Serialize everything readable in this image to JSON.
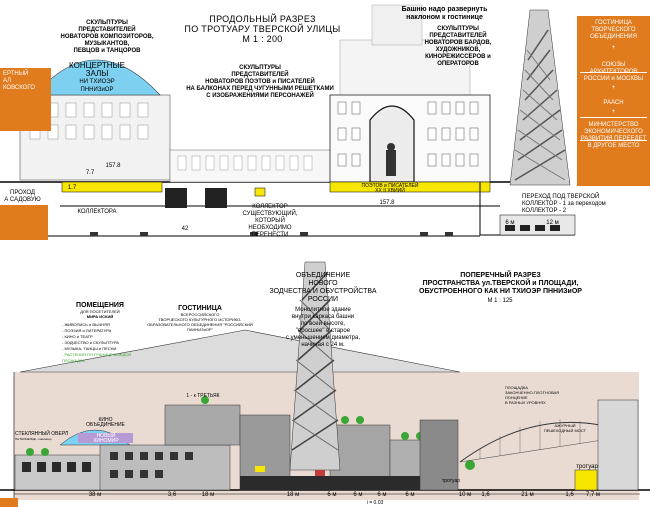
{
  "top": {
    "title_lines": [
      "ПРОДОЛЬНЫЙ РАЗРЕЗ",
      "ПО ТРОТУАРУ ТВЕРСКОЙ УЛИЦЫ",
      "М 1 : 200"
    ],
    "sculptures_composers": [
      "СКУЛЬПТУРЫ",
      "ПРЕДСТАВИТЕЛЕЙ",
      "НОВАТОРОВ КОМПОЗИТОРОВ, МУЗЫКАНТОВ,",
      "ПЕВЦОВ и ТАНЦОРОВ"
    ],
    "concert_halls": [
      "КОНЦЕРТНЫЕ",
      "ЗАЛЫ",
      "НИ ТХИОЭР",
      "ПННИЗиОР"
    ],
    "left_orange": [
      "ЕРТНЫЙ",
      "АЛ",
      "КОВСКОГО"
    ],
    "passage_sadovaya": [
      "ПРОХОД",
      "А САДОВУЮ"
    ],
    "collector_left": "КОЛЛЕКТОРА",
    "sculptures_poets": [
      "СКУЛЬПТУРЫ",
      "ПРЕДСТАВИТЕЛЕЙ",
      "НОВАТОРОВ ПОЭТОВ и ПИСАТЕЛЕЙ",
      "НА БАЛКОНАХ ПЕРЕД ЧУГУННЫМИ РЕШЕТКАМИ",
      "С ИЗОБРАЖЕНИЯМИ ПЕРСОНАЖЕЙ"
    ],
    "tower_note": [
      "Башню надо развернуть",
      "наклоном к гостинице"
    ],
    "sculptures_bards": [
      "СКУЛЬПТУРЫ",
      "ПРЕДСТАВИТЕЛЕЙ",
      "НОВАТОРОВ БАРДОВ,",
      "ХУДОЖНИКОВ,",
      "КИНОРЕЖИССЕРОВ и",
      "ОПЕРАТОРОВ"
    ],
    "collector_existing": [
      "КОЛЛЕКТОР",
      "СУЩЕСТВУЮЩИЙ,",
      "КОТОРЫЙ",
      "НЕОБХОДИМО",
      "ПЕРЕНЕСТИ"
    ],
    "poets_label": [
      "ПОЭТОВ и ПИСАТЕЛЕЙ",
      "ХХ II ХВИИЙ"
    ],
    "mark_left": "157.8",
    "mark_center": "157.8",
    "mark_42": "42",
    "level_a": "7.7",
    "level_b": "1.7",
    "transition_lines": [
      "ПЕРЕХОД ПОД ТВЕРСКОЙ",
      "КОЛЛЕКТОР - 1 за переходом",
      "КОЛЛЕКТОР - 2"
    ],
    "dim_6": "6 м",
    "dim_12": "12 м",
    "orange_items": [
      "ГОСТИНИЦА ТВОРЧЕСКОГО ОБЪЕДИНЕНИЯ",
      "+",
      "СОЮЗЫ АРХИТЕКТОРОВ РОССИИ и МОСКВЫ",
      "+",
      "РААСН",
      "+",
      "МИНИСТЕРСТВО ЭКОНОМИЧЕСКОГО РАЗВИТИЯ ПЕРЕЕДЕТ В ДРУГОЕ МЕСТО"
    ]
  },
  "bottom": {
    "premises": [
      "ПОМЕЩЕНИЯ",
      "ДЛЯ ПОСЕТИТЕЛЕЙ",
      "МИРА ИСКИЙ"
    ],
    "premises_list": [
      "- ЖИВОПИСЬ и ВЫЧНЯЯ",
      "- ПОЭЗИЯ и ЛИТЕРАТУРА",
      "- КИНО и ТЕАТР",
      "- ЗОДЧЕСТВО и СКУЛЬПТУРА",
      "- МУЗЫКА, ТАНЦЫ и ПЕСНИ"
    ],
    "plants_note": "- РАСТЕНИЯ ПО ГРАНИЦЕ КАЖДОЙ ПЛОЩАДКИ",
    "hotel": [
      "ГОСТИНИЦА",
      "ВСЕРОССИЙСКОГО",
      "ТВОРЧЕСКОГО КУЛЬТУРНОГО ИСТОРИКО-",
      "ОБРАЗОВАТЕЛЬНОГО ОБЪЕДИНЕНИЯ \"РОССИЙСКИЙ",
      "ПАННИЗиОР\""
    ],
    "union": [
      "ОБЪЕДИНЕНИЕ",
      "НОВОГО",
      "ЗОДЧЕСТВА И ОБУСТРОЙСТВА",
      "РОССИИ"
    ],
    "monolith": [
      "Монолитное здание",
      "внутри каркаса башни",
      "по всей высоте,",
      "\"вросшее\" в старое",
      "с уменьшением диаметра,",
      "начиная с 24 м."
    ],
    "cross_section": [
      "ПОПЕРЕЧНЫЙ РАЗРЕЗ",
      "ПРОСТРАНСТВА ул.ТВЕРСКОЙ и ПЛОЩАДИ,",
      "ОБУСТРОЕННОГО КАК НИ ТХИОЭР ПННИЗиОР"
    ],
    "cross_scale": "М 1 : 125",
    "glass_oval": [
      "СТЕКЛЯННЫЙ ОВЕРЛ",
      "ПНТНИНЕЛЦЕ - кннинннр"
    ],
    "cinema_union": [
      "КИНО",
      "ОБЪЕДИНЕНИЕ"
    ],
    "new_cinema": [
      "НОВЫЙ",
      "КИНОМИР"
    ],
    "tretyakov": "1 - к ТРЕТЬЯК",
    "platform_note": [
      "ПЛОЩАДКА",
      "ЗАКОНЧЕННО-ПЛОТНОВАЯ",
      "ЛОНЦЕНИЕ",
      "В РАЗНЫХ УРОВНЯХ"
    ],
    "bridge_note": [
      "АЖУРНЫЙ",
      "ПЕШЕХОДНЫЙ МОСТ"
    ],
    "sidewalk": "тротуар",
    "sidewalk_mid": "тротуар",
    "dims": [
      "38 м",
      "3,6",
      "18 м",
      "18 м",
      "6 м",
      "6 м",
      "6 м",
      "6 м",
      "10 м",
      "1,6",
      "21 м",
      "1,6",
      "7,7 м"
    ],
    "scale_label": "i = 0.03"
  },
  "colors": {
    "orange": "#e07b1e",
    "sky_blue": "#7ed0f0",
    "yellow": "#f7e600",
    "purple": "#b59ad6",
    "green": "#3aa635",
    "pink_bg": "#eadbd2",
    "dark": "#2b2b2b"
  }
}
